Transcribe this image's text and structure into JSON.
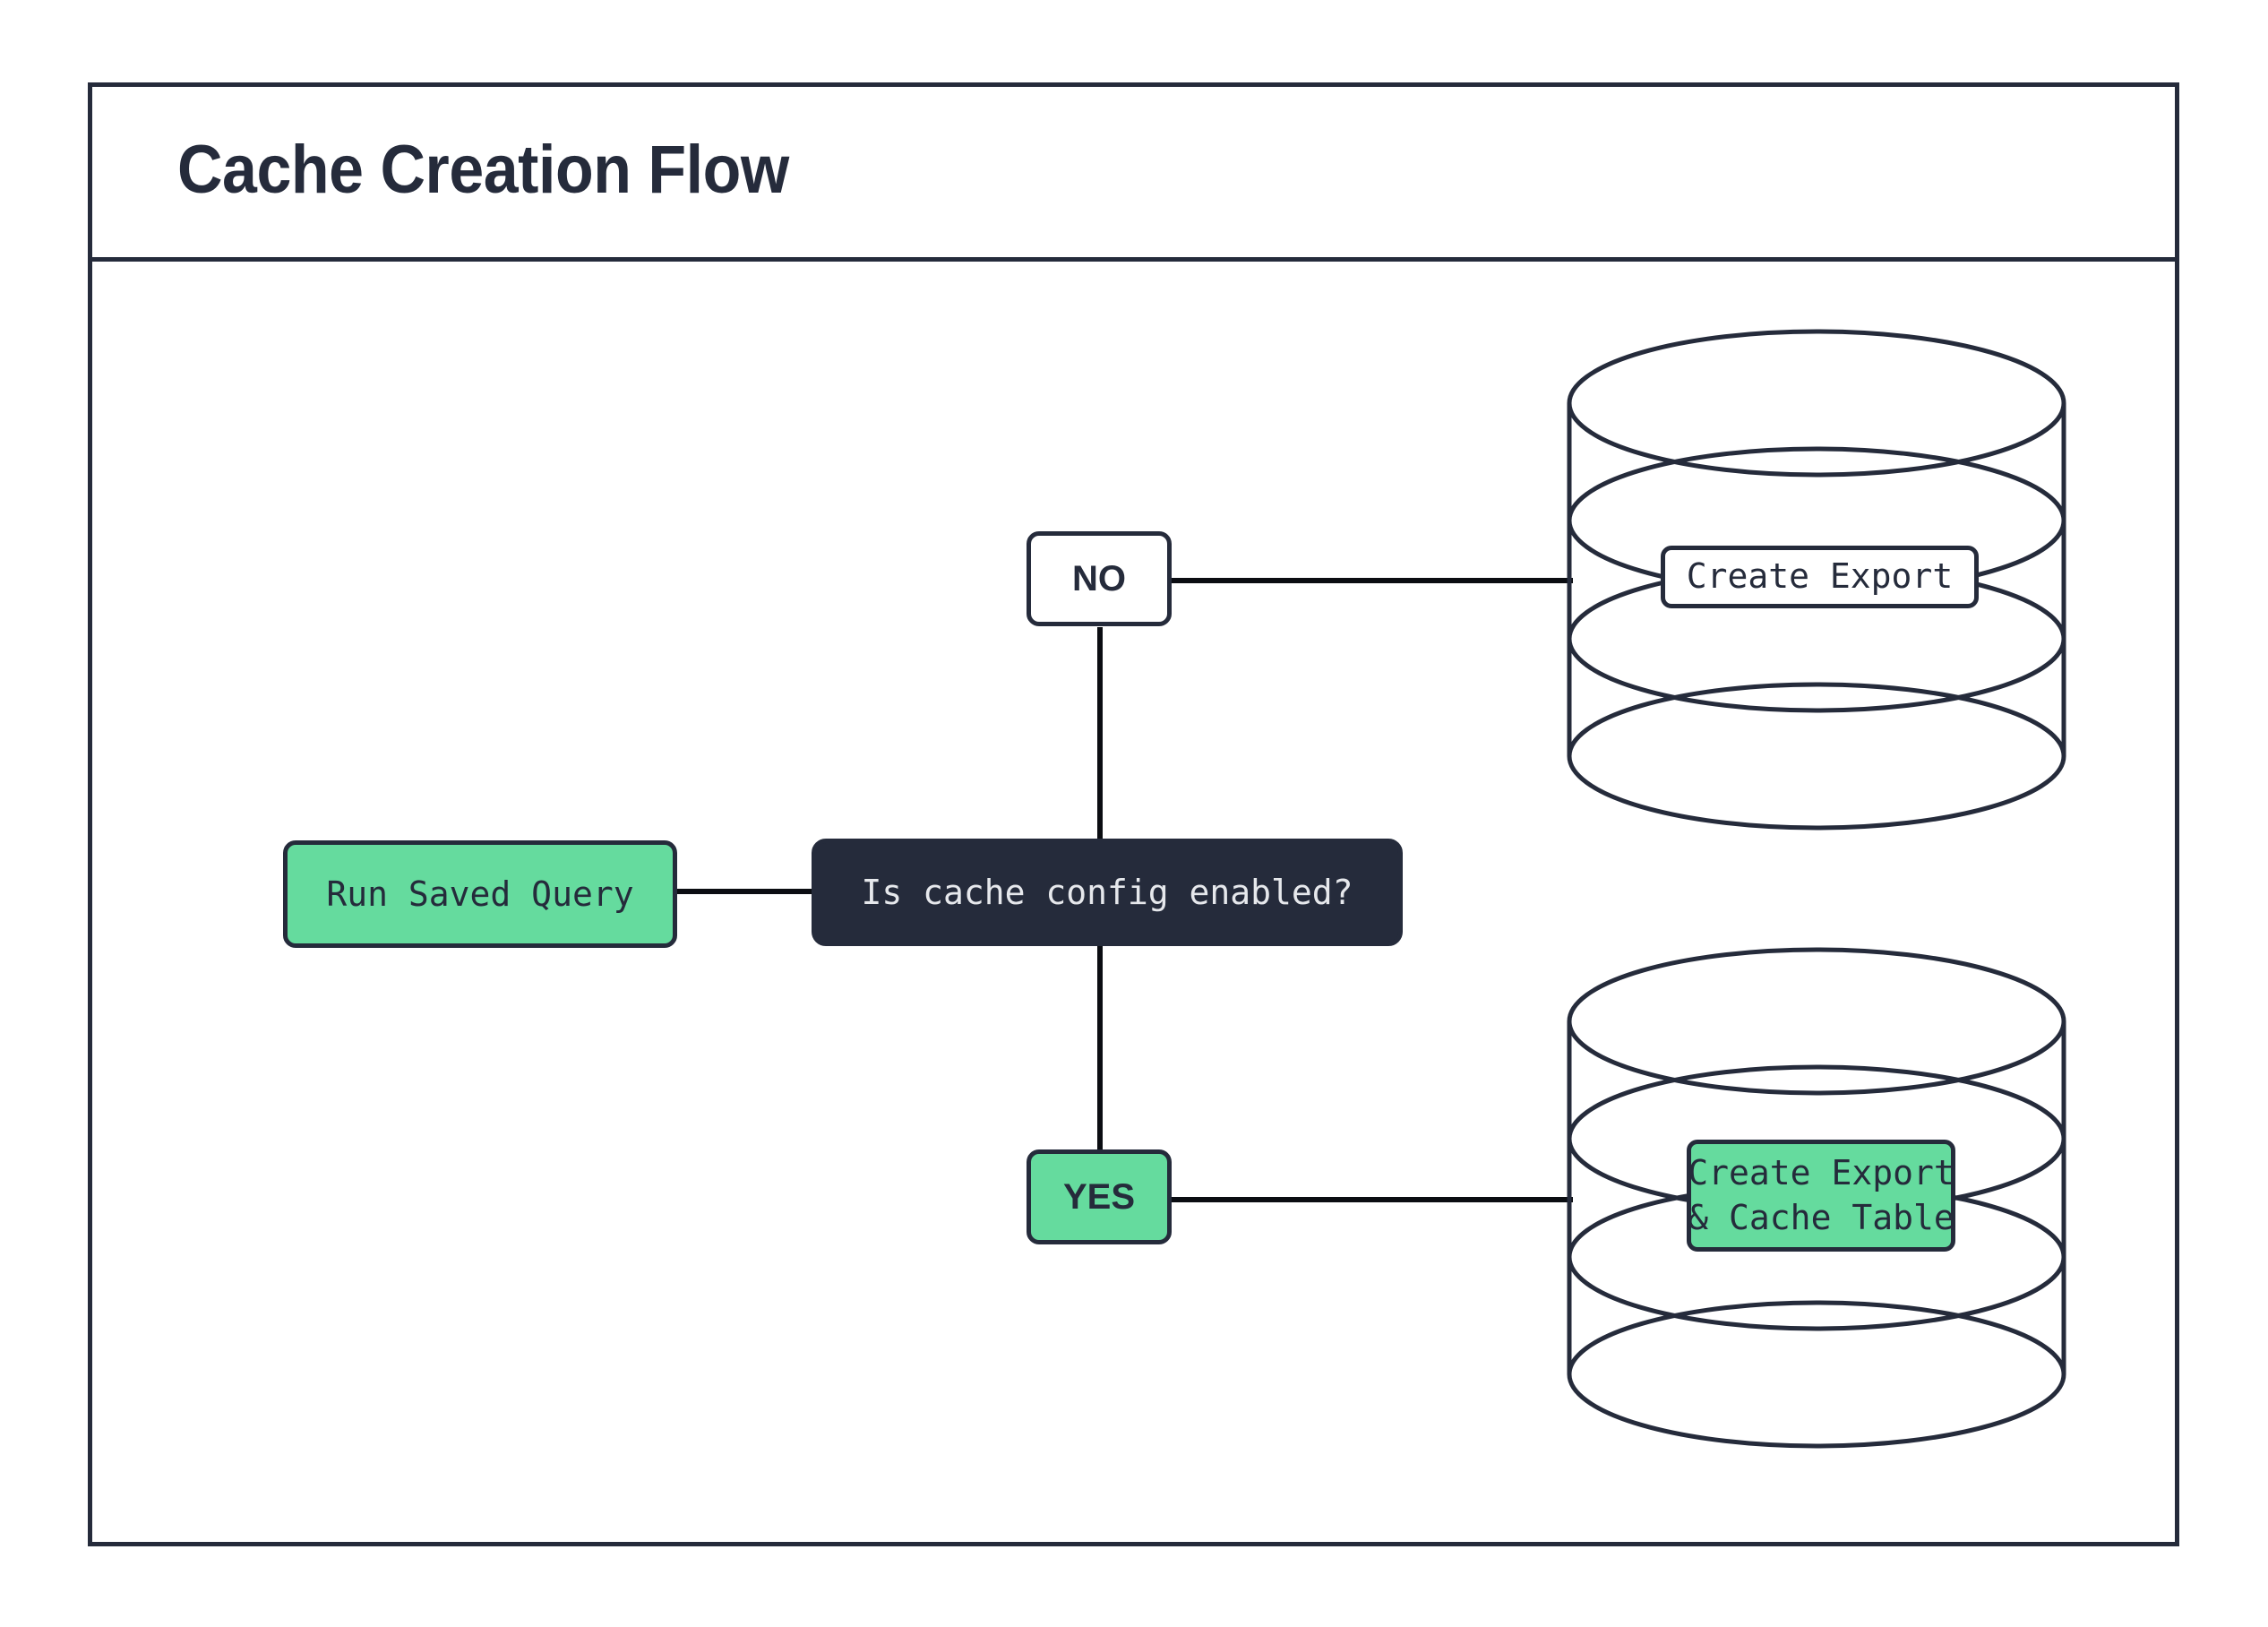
{
  "diagram": {
    "title": "Cache Creation Flow",
    "type": "flowchart",
    "nodes": {
      "start": {
        "label": "Run Saved Query",
        "shape": "rounded-rect",
        "fill": "#65DB9E",
        "text_color": "#252B3B"
      },
      "decision": {
        "label": "Is cache config enabled?",
        "shape": "rounded-rect",
        "fill": "#252B3B",
        "text_color": "#E6E8EC"
      },
      "branch_no": {
        "label": "NO",
        "shape": "rounded-rect",
        "fill": "#FFFFFF",
        "text_color": "#252B3B"
      },
      "branch_yes": {
        "label": "YES",
        "shape": "rounded-rect",
        "fill": "#65DB9E",
        "text_color": "#252B3B"
      },
      "db_top": {
        "shape": "cylinder",
        "label_line_1": "Create Export",
        "label_fill": "#FFFFFF",
        "text_color": "#252B3B"
      },
      "db_bottom": {
        "shape": "cylinder",
        "label_line_1": "Create Export",
        "label_line_2": "& Cache Table",
        "label_fill": "#65DB9E",
        "text_color": "#252B3B"
      }
    },
    "edges": [
      {
        "from": "start",
        "to": "decision",
        "label": ""
      },
      {
        "from": "decision",
        "to": "branch_no",
        "label": ""
      },
      {
        "from": "decision",
        "to": "branch_yes",
        "label": ""
      },
      {
        "from": "branch_no",
        "to": "db_top",
        "label": ""
      },
      {
        "from": "branch_yes",
        "to": "db_bottom",
        "label": ""
      }
    ],
    "colors": {
      "accent_green": "#65DB9E",
      "dark_navy": "#252B3B",
      "stroke": "#252B3B",
      "background": "#FFFFFF"
    }
  }
}
